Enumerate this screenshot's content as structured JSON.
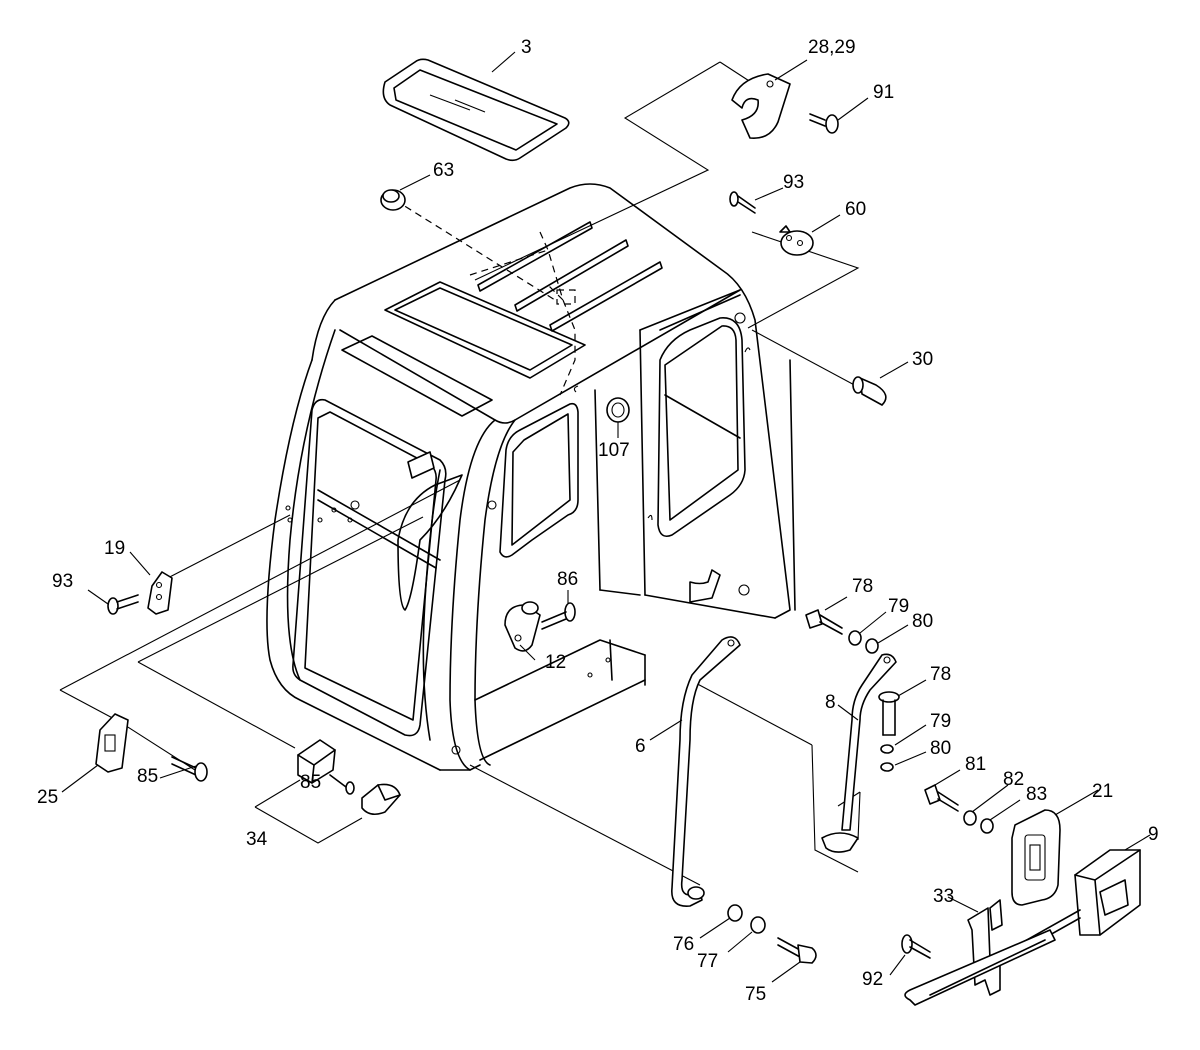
{
  "callouts": [
    {
      "id": "c-3",
      "text": "3"
    },
    {
      "id": "c-28-29",
      "text": "28,29"
    },
    {
      "id": "c-91",
      "text": "91"
    },
    {
      "id": "c-63",
      "text": "63"
    },
    {
      "id": "c-93a",
      "text": "93"
    },
    {
      "id": "c-60",
      "text": "60"
    },
    {
      "id": "c-30",
      "text": "30"
    },
    {
      "id": "c-107",
      "text": "107"
    },
    {
      "id": "c-19",
      "text": "19"
    },
    {
      "id": "c-93b",
      "text": "93"
    },
    {
      "id": "c-86",
      "text": "86"
    },
    {
      "id": "c-12",
      "text": "12"
    },
    {
      "id": "c-78a",
      "text": "78"
    },
    {
      "id": "c-79a",
      "text": "79"
    },
    {
      "id": "c-80a",
      "text": "80"
    },
    {
      "id": "c-8",
      "text": "8"
    },
    {
      "id": "c-78b",
      "text": "78"
    },
    {
      "id": "c-79b",
      "text": "79"
    },
    {
      "id": "c-80b",
      "text": "80"
    },
    {
      "id": "c-6",
      "text": "6"
    },
    {
      "id": "c-25",
      "text": "25"
    },
    {
      "id": "c-85a",
      "text": "85"
    },
    {
      "id": "c-85b",
      "text": "85"
    },
    {
      "id": "c-34",
      "text": "34"
    },
    {
      "id": "c-81",
      "text": "81"
    },
    {
      "id": "c-82",
      "text": "82"
    },
    {
      "id": "c-83",
      "text": "83"
    },
    {
      "id": "c-21",
      "text": "21"
    },
    {
      "id": "c-9",
      "text": "9"
    },
    {
      "id": "c-33",
      "text": "33"
    },
    {
      "id": "c-76",
      "text": "76"
    },
    {
      "id": "c-77",
      "text": "77"
    },
    {
      "id": "c-75",
      "text": "75"
    },
    {
      "id": "c-92",
      "text": "92"
    }
  ]
}
